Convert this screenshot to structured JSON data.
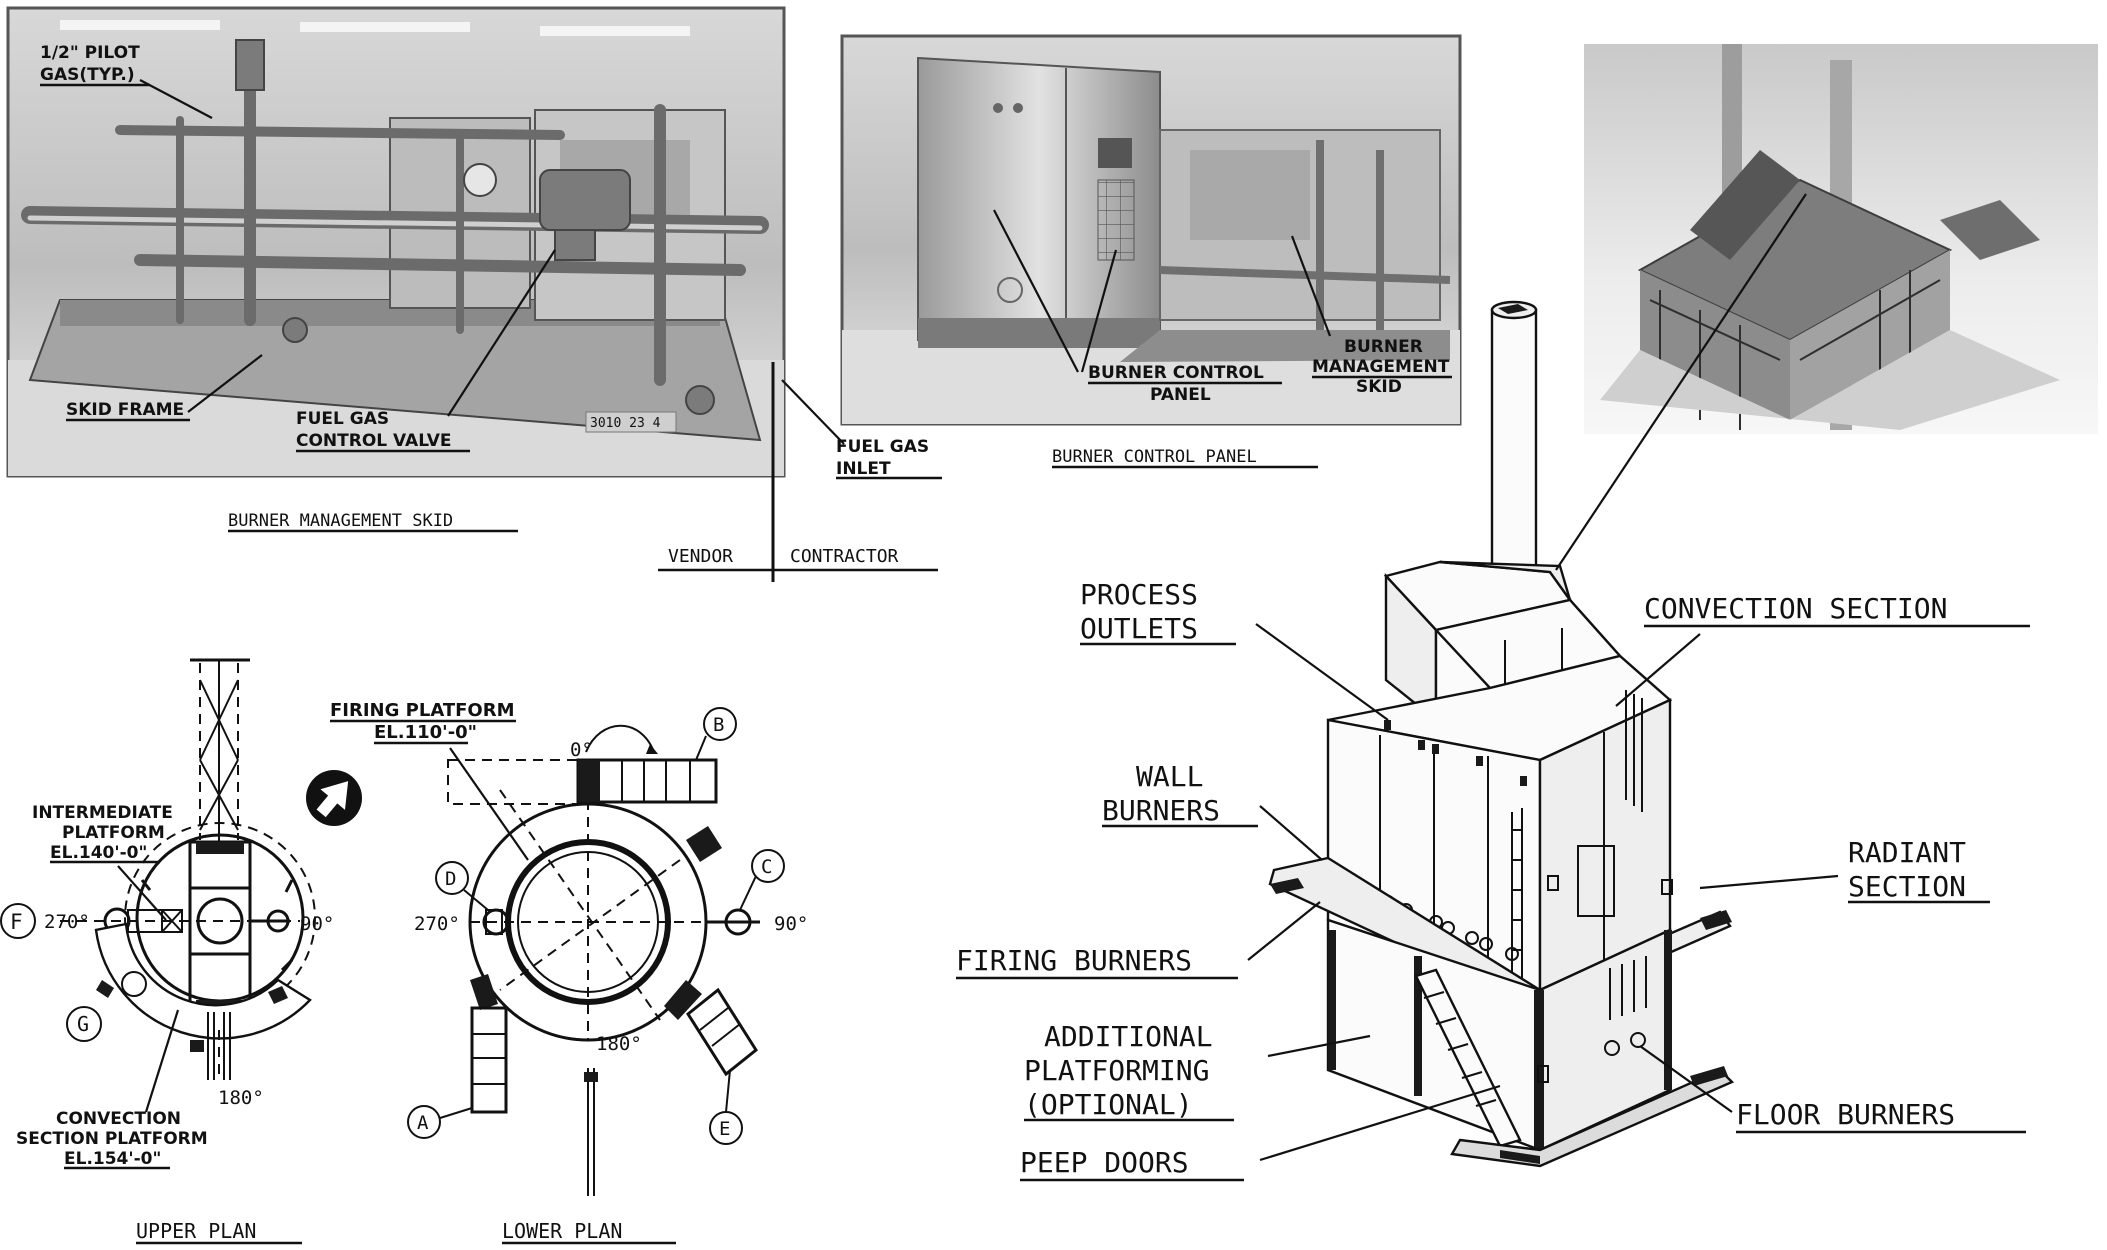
{
  "photos": {
    "skid": {
      "caption": "BURNER MANAGEMENT SKID",
      "callouts": {
        "pilot_gas": [
          "1/2\" PILOT",
          "GAS(TYP.)"
        ],
        "skid_frame": "SKID FRAME",
        "fuel_gas_control_valve": [
          "FUEL GAS",
          "CONTROL VALVE"
        ],
        "fuel_gas_inlet": [
          "FUEL GAS",
          "INLET"
        ],
        "plate": "3010 23 4"
      }
    },
    "panel": {
      "caption": "BURNER CONTROL PANEL",
      "callouts": {
        "burner_control_panel": [
          "BURNER CONTROL",
          "PANEL"
        ],
        "burner_management_skid": [
          "BURNER",
          "MANAGEMENT",
          "SKID"
        ]
      }
    }
  },
  "scope_split": {
    "vendor": "VENDOR",
    "contractor": "CONTRACTOR"
  },
  "upper_plan": {
    "caption": "UPPER PLAN",
    "intermediate_platform": [
      "INTERMEDIATE",
      "PLATFORM",
      "EL.140'-0\""
    ],
    "convection_platform": [
      "CONVECTION",
      "SECTION PLATFORM",
      "EL.154'-0\""
    ],
    "angles": {
      "left": "270°",
      "right": "90°",
      "bottom": "180°"
    },
    "tags": {
      "f": "F",
      "g": "G"
    }
  },
  "lower_plan": {
    "caption": "LOWER PLAN",
    "firing_platform": [
      "FIRING PLATFORM",
      "EL.110'-0\""
    ],
    "angles": {
      "top": "0°",
      "left": "270°",
      "right": "90°",
      "bottom": "180°"
    },
    "tags": {
      "a": "A",
      "b": "B",
      "c": "C",
      "d": "D",
      "e": "E"
    }
  },
  "heater": {
    "labels": {
      "process_outlets": [
        "PROCESS",
        "OUTLETS"
      ],
      "convection_section": "CONVECTION SECTION",
      "wall_burners": [
        "WALL",
        "BURNERS"
      ],
      "radiant_section": [
        "RADIANT",
        "SECTION"
      ],
      "firing_burners": "FIRING BURNERS",
      "additional_platforming": [
        "ADDITIONAL",
        "PLATFORMING",
        "(OPTIONAL)"
      ],
      "peep_doors": "PEEP DOORS",
      "floor_burners": "FLOOR BURNERS"
    }
  },
  "icons": {
    "north_arrow": "north-arrow-icon"
  }
}
